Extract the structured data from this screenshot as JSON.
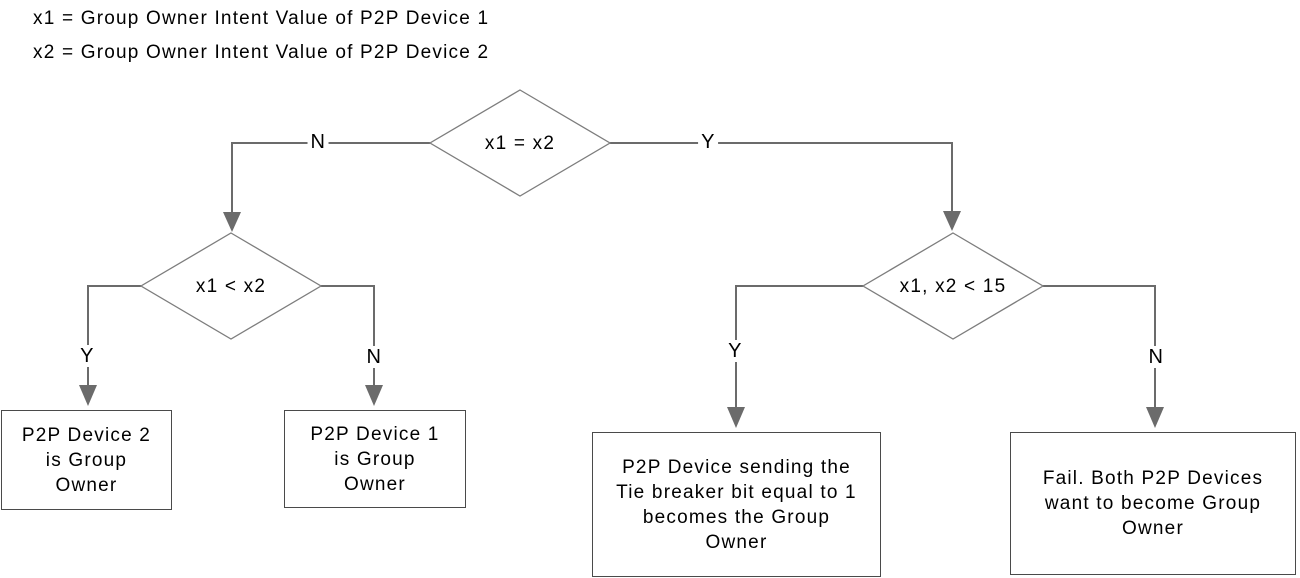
{
  "legend": {
    "line1": "x1 = Group Owner Intent Value of P2P Device 1",
    "line2": "x2 = Group Owner Intent Value of P2P Device 2"
  },
  "decisions": {
    "root": {
      "condition": "x1 = x2",
      "no": "N",
      "yes": "Y"
    },
    "left": {
      "condition": "x1 < x2",
      "yes": "Y",
      "no": "N"
    },
    "right": {
      "condition": "x1, x2 < 15",
      "yes": "Y",
      "no": "N"
    }
  },
  "outcomes": {
    "device2": "P2P Device 2\nis Group\nOwner",
    "device1": "P2P Device 1\nis Group\nOwner",
    "tiebreaker": "P2P Device sending the\nTie breaker bit equal to 1\nbecomes the Group\nOwner",
    "fail": "Fail. Both P2P Devices\nwant to become Group\nOwner"
  },
  "colors": {
    "connector": "#6b6b6b",
    "diamond_border": "#7d7d7d",
    "box_border": "#4a4a4a",
    "text": "#000000",
    "background": "#ffffff"
  }
}
